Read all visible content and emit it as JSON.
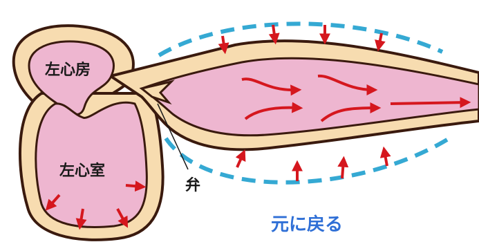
{
  "labels": {
    "left_atrium": "左心房",
    "left_ventricle": "左心室",
    "valve": "弁"
  },
  "back_link": "元に戻る",
  "colors": {
    "tissue": "#f7dcb0",
    "outline": "#3a1a0e",
    "blood": "#eeb6d0",
    "arrow": "#d5171e",
    "dashed_line": "#35a9d3",
    "link": "#2f6fd6",
    "background": "#ffffff"
  },
  "icons": [
    "red-arrow-icon",
    "dashed-wall-line"
  ]
}
